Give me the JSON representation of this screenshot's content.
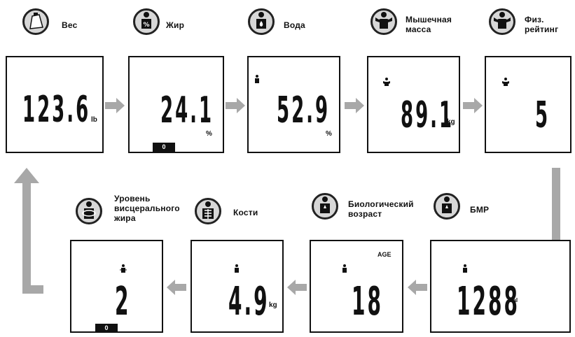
{
  "top_row": [
    {
      "label": "Вес",
      "icon": "weight-icon",
      "value": "123.6",
      "unit": "lb"
    },
    {
      "label": "Жир",
      "icon": "body-fat-icon",
      "value": "24.1",
      "unit": "%",
      "indicator": "0"
    },
    {
      "label": "Вода",
      "icon": "water-icon",
      "value": "52.9",
      "unit": "%"
    },
    {
      "label_lines": [
        "Мышечная",
        "масса"
      ],
      "icon": "muscle-icon",
      "value": "89.1",
      "unit": "kg"
    },
    {
      "label_lines": [
        "Физ.",
        "рейтинг"
      ],
      "icon": "physique-icon",
      "value": "5",
      "unit": ""
    }
  ],
  "bottom_row": [
    {
      "label": "БМР",
      "icon": "bmr-icon",
      "value": "1288",
      "unit": "cal"
    },
    {
      "label_lines": [
        "Биологический",
        "возраст"
      ],
      "icon": "metabolic-age-icon",
      "value": "18",
      "unit": "",
      "tag": "AGE"
    },
    {
      "label": "Кости",
      "icon": "bone-icon",
      "value": "4.9",
      "unit": "kg"
    },
    {
      "label_lines": [
        "Уровень",
        "висцерального",
        "жира"
      ],
      "icon": "visceral-fat-icon",
      "value": "2",
      "unit": "",
      "indicator": "0"
    }
  ],
  "colors": {
    "arrow": "#a8a8a8",
    "icon_bg": "#d7d7d7",
    "lcd_text": "#111111"
  }
}
